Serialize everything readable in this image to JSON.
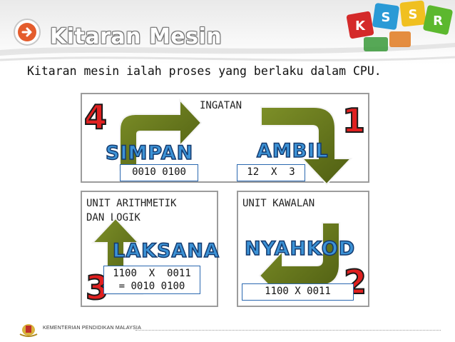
{
  "slide": {
    "title": "Kitaran Mesin",
    "intro": "Kitaran mesin ialah proses yang berlaku dalam CPU."
  },
  "nav_icon": "arrow-right-icon",
  "logo_letters": [
    "K",
    "S",
    "S",
    "R"
  ],
  "panels": {
    "top_label": "INGATAN",
    "left_label_line1": "UNIT ARITHMETIK",
    "left_label_line2": "DAN LOGIK",
    "right_label": "UNIT KAWALAN"
  },
  "stages": [
    {
      "number": "4",
      "name": "SIMPAN",
      "value": "0010 0100"
    },
    {
      "number": "1",
      "name": "AMBIL",
      "value": "12  X  3"
    },
    {
      "number": "3",
      "name": "LAKSANA",
      "value_line1": "1100  X  0011",
      "value_line2": "= 0010 0100"
    },
    {
      "number": "2",
      "name": "NYAHKOD",
      "value": "1100 X 0011"
    }
  ],
  "footer": {
    "text": "KEMENTERIAN PENDIDIKAN MALAYSIA"
  },
  "colors": {
    "arrow": "#6b7d1e",
    "step_number": "#e02020",
    "stage_label": "#3c92d6",
    "value_border": "#2a68b0",
    "nav_button": "#e45c2c"
  }
}
